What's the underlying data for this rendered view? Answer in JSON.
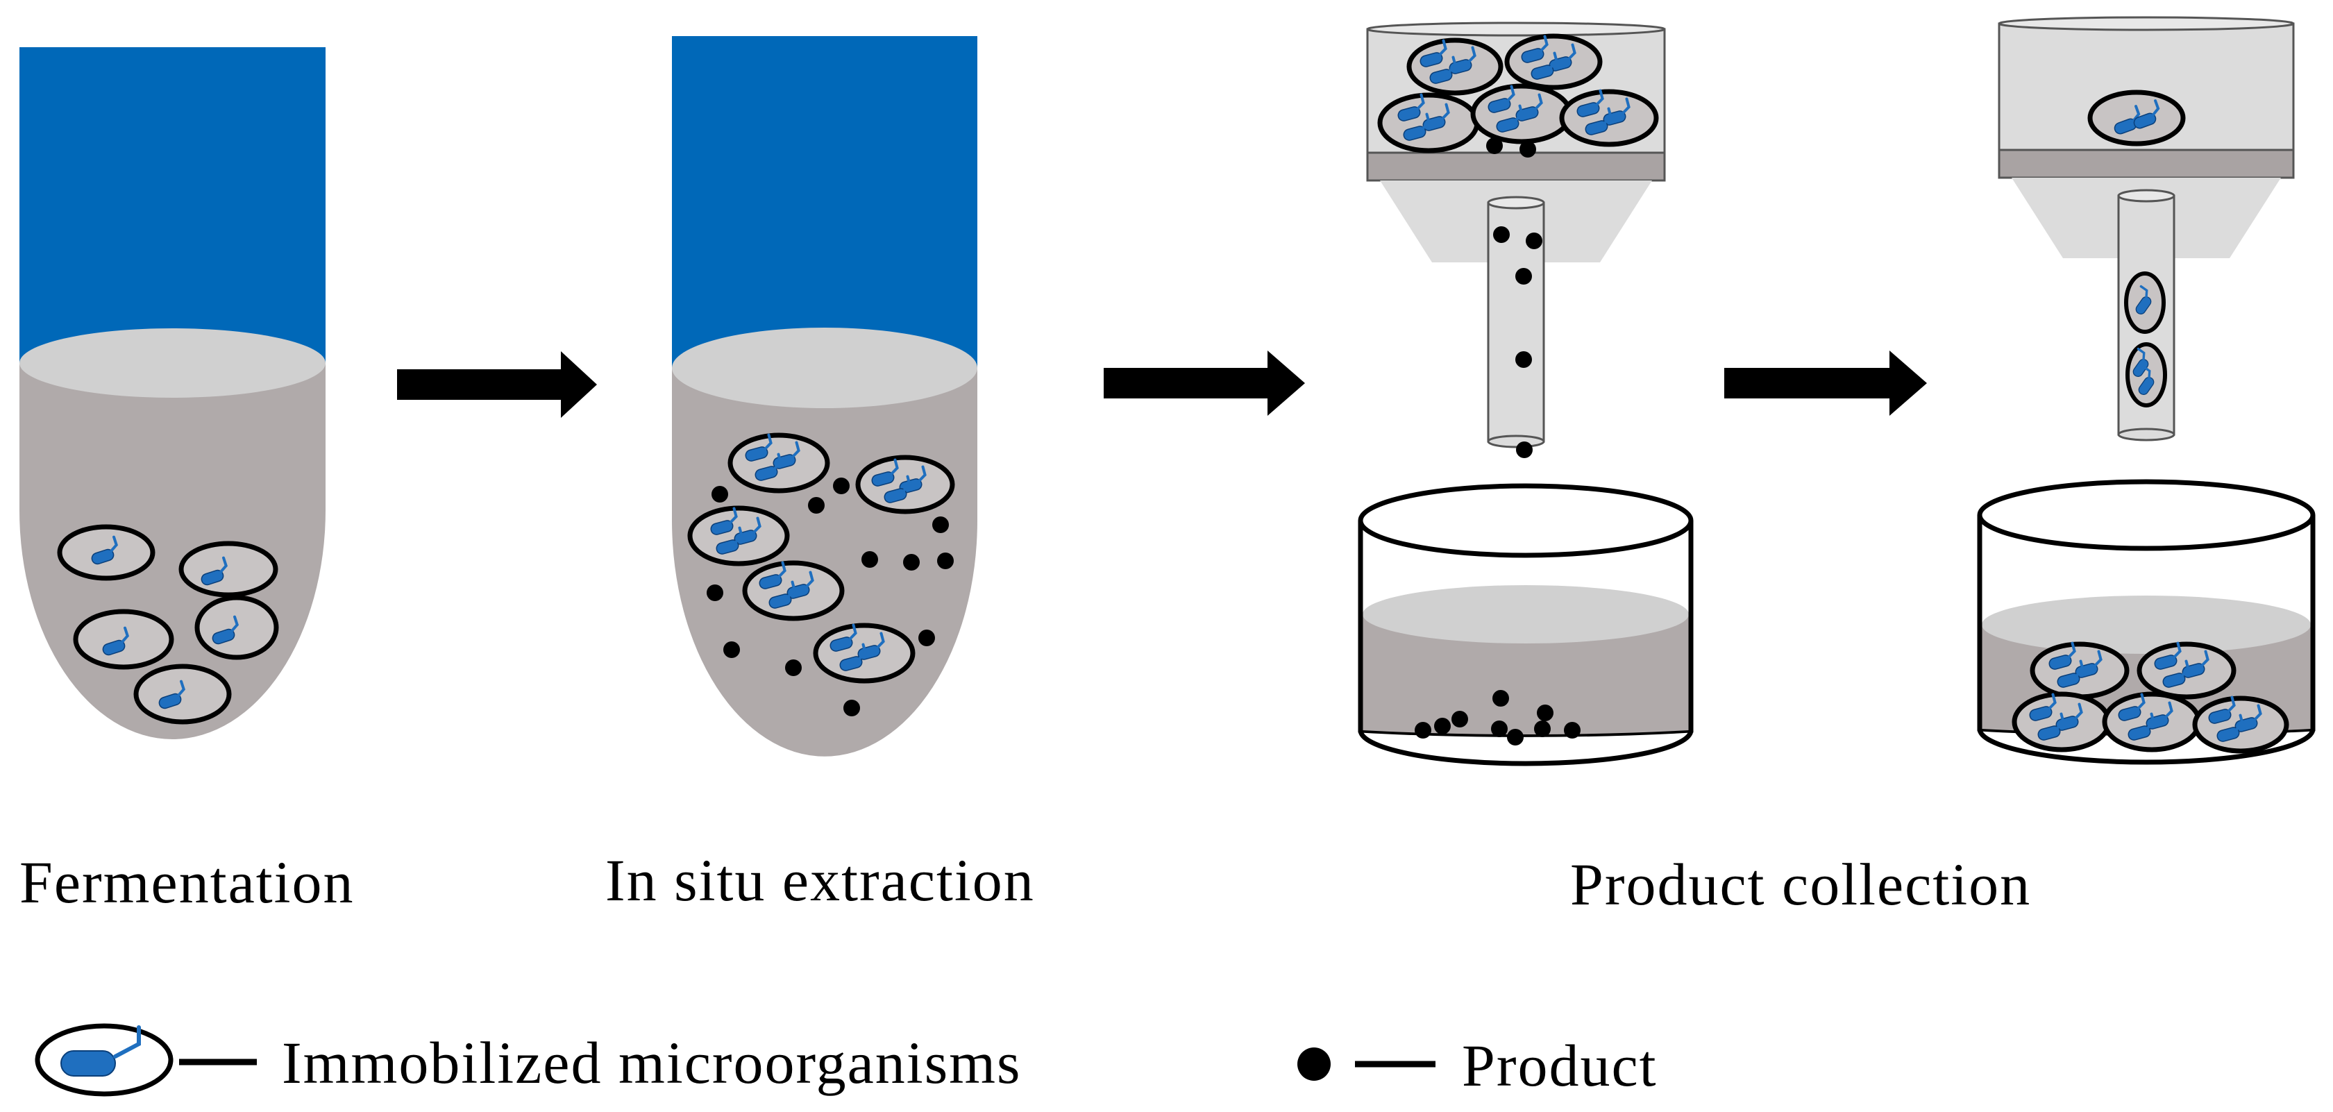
{
  "labels": {
    "fermentation": "Fermentation",
    "in_situ_extraction": "In situ extraction",
    "product_collection": "Product collection"
  },
  "legend": {
    "immobilized": "Immobilized microorganisms",
    "product": "Product"
  },
  "colors": {
    "solvent": "#0068b8",
    "broth": "#b0aaaa",
    "broth_top": "#d0d0d0",
    "apparatus": "#dcdcdc",
    "plate": "#a9a3a3",
    "microbe": "#1f6fbf",
    "outline": "#000000"
  }
}
